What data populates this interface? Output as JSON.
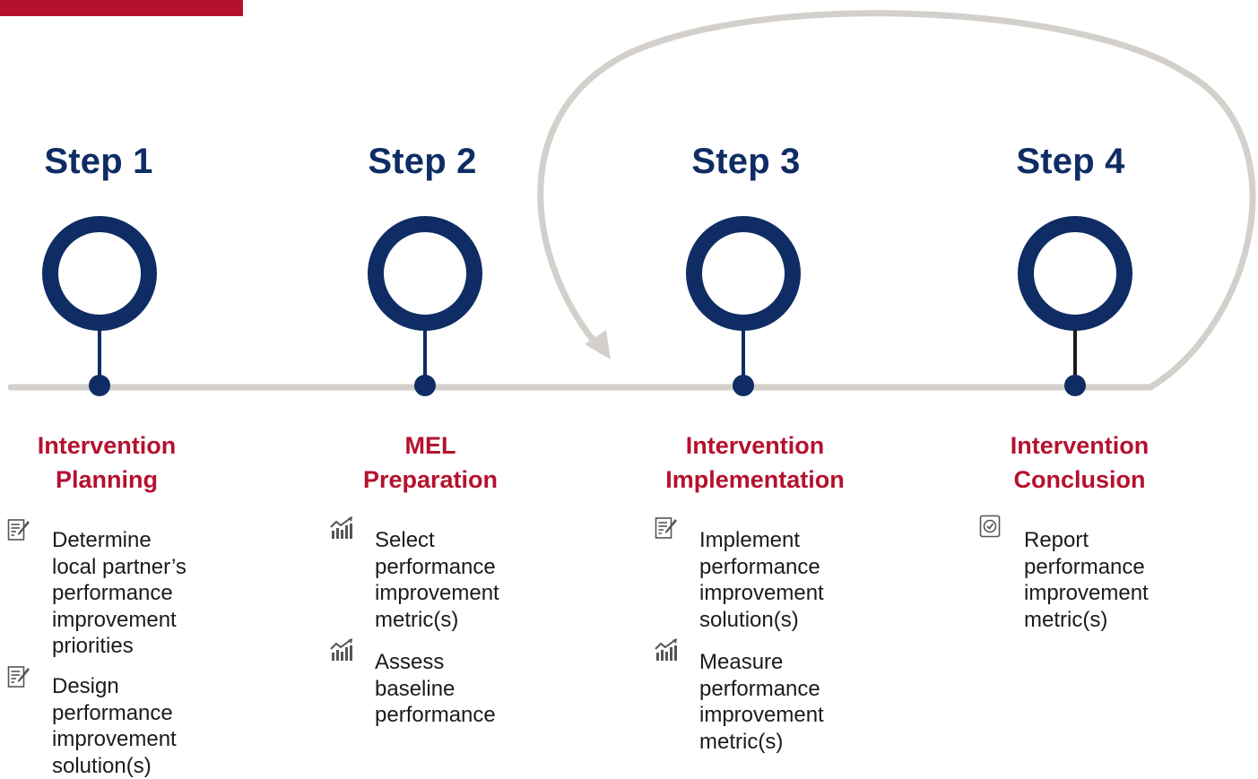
{
  "colors": {
    "navy": "#0f2d64",
    "crimson": "#b5112e",
    "line_gray": "#d3d0cb",
    "text": "#1b1b1b"
  },
  "steps": [
    {
      "label": "Step 1",
      "title_lines": [
        "Intervention",
        "Planning"
      ],
      "tasks": [
        {
          "icon": "document-edit-icon",
          "lines": [
            "Determine",
            "local partner’s",
            "performance",
            "improvement",
            "priorities"
          ]
        },
        {
          "icon": "document-edit-icon",
          "lines": [
            "Design",
            "performance",
            "improvement",
            "solution(s)"
          ]
        }
      ]
    },
    {
      "label": "Step 2",
      "title_lines": [
        "MEL",
        "Preparation"
      ],
      "tasks": [
        {
          "icon": "bar-chart-trend-icon",
          "lines": [
            "Select",
            "performance",
            "improvement",
            "metric(s)"
          ]
        },
        {
          "icon": "bar-chart-trend-icon",
          "lines": [
            "Assess",
            "baseline",
            "performance"
          ]
        }
      ]
    },
    {
      "label": "Step 3",
      "title_lines": [
        "Intervention",
        "Implementation"
      ],
      "tasks": [
        {
          "icon": "document-edit-icon",
          "lines": [
            "Implement",
            "performance",
            "improvement",
            "solution(s)"
          ]
        },
        {
          "icon": "bar-chart-trend-icon",
          "lines": [
            "Measure",
            "performance",
            "improvement",
            "metric(s)"
          ]
        }
      ]
    },
    {
      "label": "Step 4",
      "title_lines": [
        "Intervention",
        "Conclusion"
      ],
      "tasks": [
        {
          "icon": "checkbox-check-icon",
          "lines": [
            "Report",
            "performance",
            "improvement",
            "metric(s)"
          ]
        }
      ]
    }
  ]
}
